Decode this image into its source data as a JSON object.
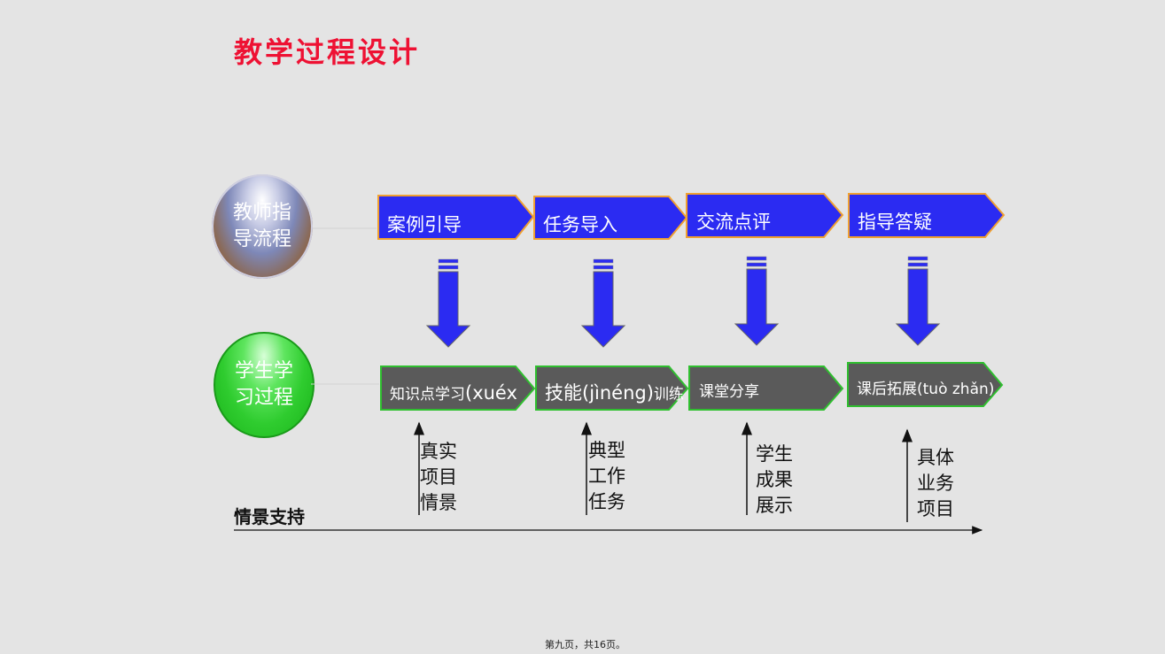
{
  "title": "教学过程设计",
  "teacher_circle": {
    "line1": "教师指",
    "line2": "导流程"
  },
  "student_circle": {
    "line1": "学生学",
    "line2": "习过程"
  },
  "teacher_steps": [
    "案例引导",
    "任务导入",
    "交流点评",
    "指导答疑"
  ],
  "student_steps": [
    {
      "main": "知识点学习",
      "extra": "(xuéx"
    },
    {
      "main": "技能",
      "extra": "(jìnéng)",
      "tail": "训练"
    },
    {
      "main": "课堂分享",
      "extra": ""
    },
    {
      "main": "课后拓展",
      "extra": "(tuò zhǎn)"
    }
  ],
  "supports": [
    [
      "真实",
      "项目",
      "情景"
    ],
    [
      "典型",
      "工作",
      "任务"
    ],
    [
      "学生",
      "成果",
      "展示"
    ],
    [
      "具体",
      "业务",
      "项目"
    ]
  ],
  "axis_label": "情景支持",
  "footer": "第九页，共16页。",
  "colors": {
    "title": "#ee1133",
    "step_blue": "#2b2bf2",
    "step_border": "#f0a030",
    "step_gray": "#5a5a5a",
    "step_gray_border": "#2fbf2f"
  }
}
